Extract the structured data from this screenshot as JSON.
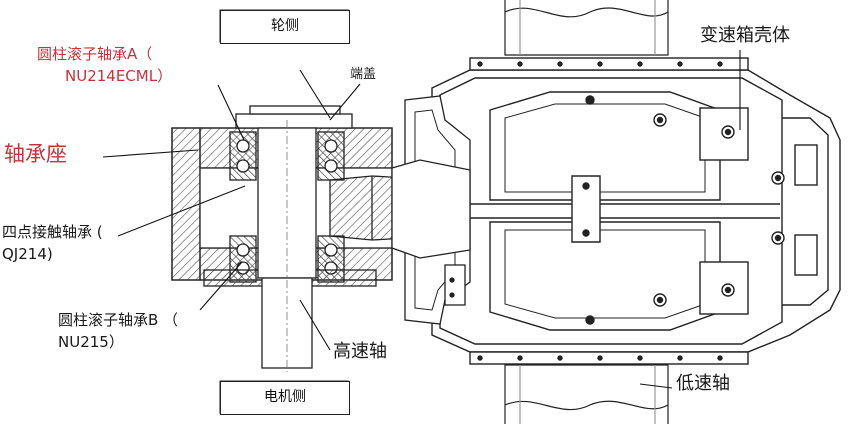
{
  "labels": {
    "wheel_side": "轮侧",
    "motor_side": "电机侧",
    "bearing_a_line1": "圆柱滚子轴承A（",
    "bearing_a_line2": "NU214ECML）",
    "end_cover": "端盖",
    "bearing_housing": "轴承座",
    "four_point_line1": "四点接触轴承 (",
    "four_point_line2": "QJ214)",
    "bearing_b_line1": "圆柱滚子轴承B （",
    "bearing_b_line2": "NU215）",
    "high_speed_shaft": "高速轴",
    "gearbox_housing": "变速箱壳体",
    "low_speed_shaft": "低速轴"
  },
  "colors": {
    "accent_red": "#c8313a",
    "line": "#222222",
    "hatch": "#555555"
  }
}
